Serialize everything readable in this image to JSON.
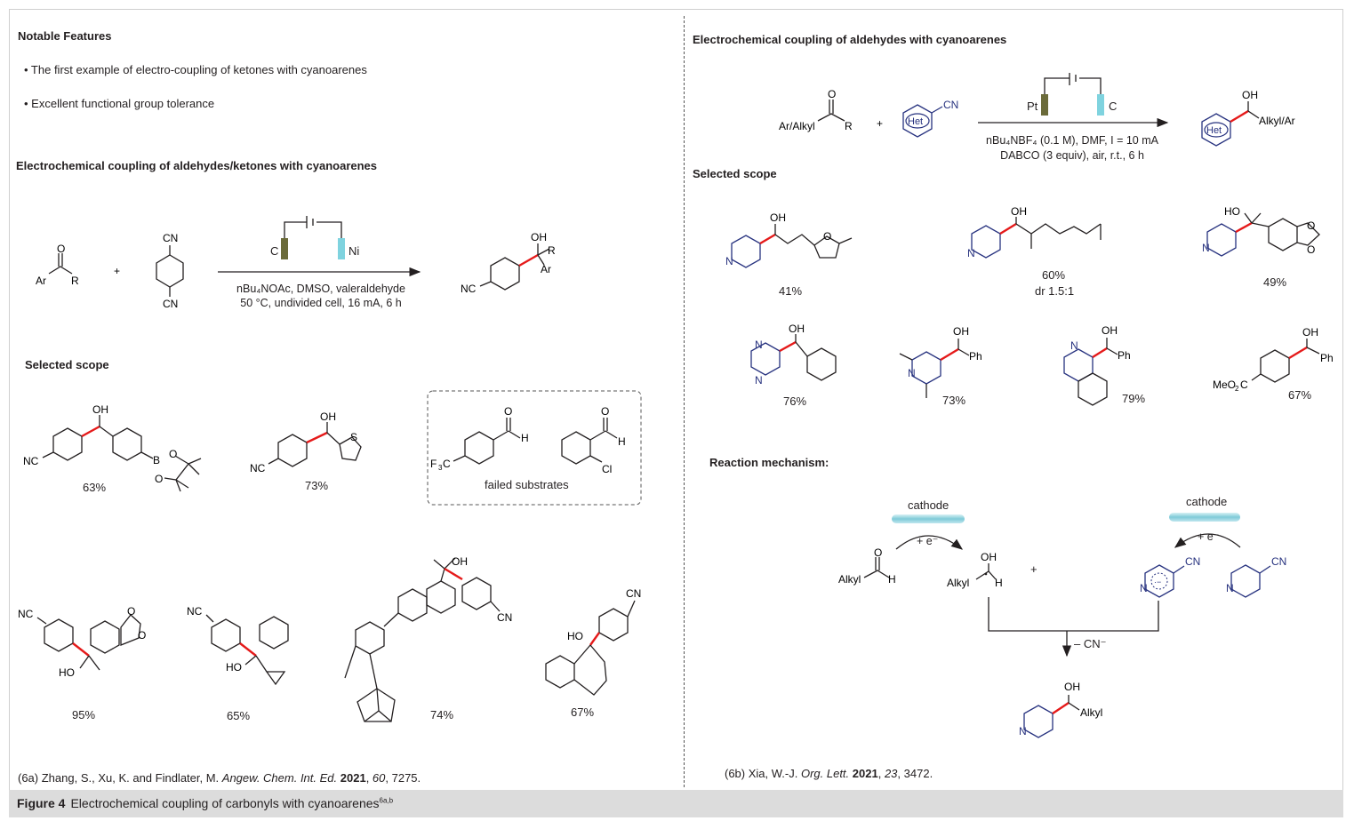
{
  "left": {
    "notable_title": "Notable Features",
    "bullet1": "• The first example of electro-coupling of ketones with cyanoarenes",
    "bullet2": "• Excellent functional group tolerance",
    "section_title": "Electrochemical coupling of aldehydes/ketones with cyanoarenes",
    "electrode_left": "C",
    "electrode_right": "Ni",
    "conditions1": "nBu₄NOAc, DMSO, valeraldehyde",
    "conditions2": "50 °C, undivided cell, 16 mA, 6 h",
    "scope_title": "Selected scope",
    "failed_label": "failed substrates",
    "yields": [
      "63%",
      "73%",
      "95%",
      "65%",
      "74%",
      "67%"
    ],
    "reference_prefix": "(6a) Zhang, S., Xu, K. and Findlater, M. ",
    "reference_journal": "Angew. Chem. Int. Ed.",
    "reference_year": "2021",
    "reference_volume": "60",
    "reference_page": ", 7275."
  },
  "right": {
    "section_title": "Electrochemical coupling of aldehydes with cyanoarenes",
    "electrode_left": "Pt",
    "electrode_right": "C",
    "conditions1": "nBu₄NBF₄ (0.1 M), DMF, I = 10 mA",
    "conditions2": "DABCO (3 equiv), air, r.t., 6 h",
    "scope_title": "Selected scope",
    "yields": [
      "41%",
      "60%",
      "dr 1.5:1",
      "49%",
      "76%",
      "73%",
      "79%",
      "67%"
    ],
    "mechanism_title": "Reaction mechanism:",
    "cathode1": "cathode",
    "cathode2": "cathode",
    "electron1": "+ e⁻",
    "electron2": "+ e⁻",
    "minus_cn": "– CN⁻",
    "plus": "+",
    "reference_prefix": "(6b) Xia, W.-J. ",
    "reference_journal": "Org. Lett.",
    "reference_year": "2021",
    "reference_volume": "23",
    "reference_page": ", 3472."
  },
  "caption": {
    "label": "Figure 4",
    "text": "Electrochemical coupling of carbonyls with cyanoarenes",
    "sup": "6a,b"
  },
  "colors": {
    "pyridine_blue": "#27327f",
    "new_bond_red": "#e51a1a",
    "carbon_electrode": "#6b6b3a",
    "ni_electrode": "#7fd3df",
    "cathode_bar": "#9fd7e0",
    "caption_bg": "#dcdcdc"
  }
}
